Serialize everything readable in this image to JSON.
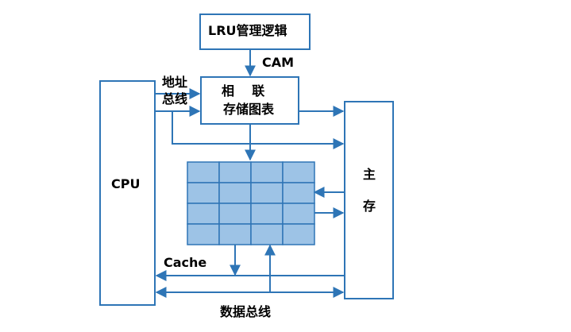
{
  "colors": {
    "line": "#2e75b6",
    "box_stroke": "#2e75b6",
    "cell_fill": "#9dc3e6",
    "text": "#000000"
  },
  "blocks": {
    "lru": {
      "label": "LRU管理逻辑"
    },
    "cam_label": "CAM",
    "assoc_table": {
      "line1": "相    联",
      "line2": "存储图表"
    },
    "cpu": {
      "label": "CPU"
    },
    "main_memory": {
      "line1": "主",
      "line2": "存"
    },
    "cache_array": {
      "rows": 4,
      "cols": 4
    },
    "cache_label": "Cache"
  },
  "buses": {
    "address": {
      "line1": "地址",
      "line2": "总线"
    },
    "data": {
      "label": "数据总线"
    }
  }
}
